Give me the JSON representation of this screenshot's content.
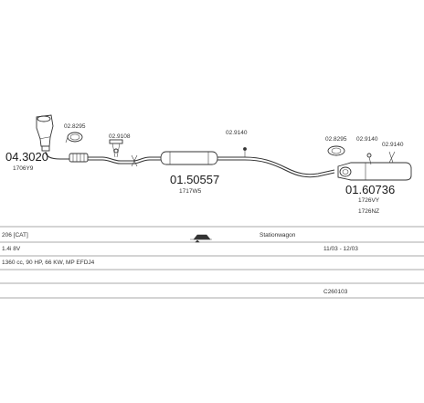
{
  "parts": {
    "cat_number": "04.3020",
    "cat_oem": "1706Y9",
    "clamp1": "02.8295",
    "hanger1": "02.9108",
    "hanger2": "02.9140",
    "mid_number": "01.50557",
    "mid_oem": "1717W5",
    "clamp2": "02.8295",
    "hanger3": "02.9140",
    "hanger4": "02.9140",
    "rear_number": "01.60736",
    "rear_oem1": "1726VY",
    "rear_oem2": "1726NZ"
  },
  "info": {
    "model": "206 [CAT]",
    "body": "Stationwagon",
    "engine": "1.4i 8V",
    "dates": "11/03 - 12/03",
    "spec": "1360 cc, 90 HP, 66 KW, MP EFDJ4",
    "code": "C260103"
  }
}
